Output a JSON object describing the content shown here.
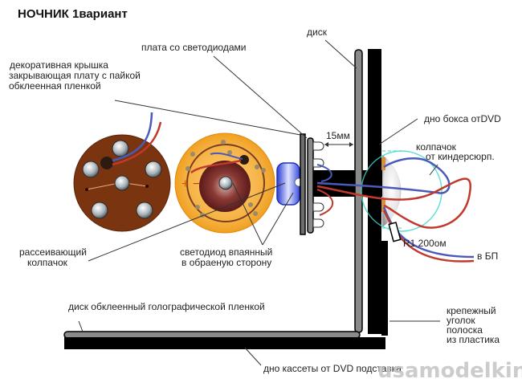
{
  "title": "НОЧНИК 1вариант",
  "labels": {
    "led_board": "плата со светодиодами",
    "disc": "диск",
    "cover_line1": "декоративная крышка",
    "cover_line2": "закрывающая плату с пайкой",
    "cover_line3": "обклеенная пленкой",
    "gap": "15мм",
    "dvd_box_bottom": "дно бокса отDVD",
    "cap_line1": "колпачок",
    "cap_line2": "от киндерсюрп.",
    "resistor": "R1 200ом",
    "to_psu": "в БП",
    "diffuser_line1": "рассеивающий",
    "diffuser_line2": "колпачок",
    "led_line1": "светодиод впаянный",
    "led_line2": "в обраеную сторону",
    "holo_disc": "диск обклеенный голографической пленкой",
    "bracket_line1": "крепежный",
    "bracket_line2": "уголок",
    "bracket_line3": "полоска",
    "bracket_line4": "из пластика",
    "base": "дно кассеты от DVD подставка",
    "plus": "+",
    "minus": "−",
    "watermark": "usamodelkina.ru"
  },
  "colors": {
    "wire_red": "#c0392b",
    "wire_blue": "#4a5ab8",
    "disc_brown": "#7a3510",
    "disc_orange": "#f5a623",
    "cyan": "#3fd6c8",
    "black": "#000000",
    "grey": "#8a8a8a"
  }
}
